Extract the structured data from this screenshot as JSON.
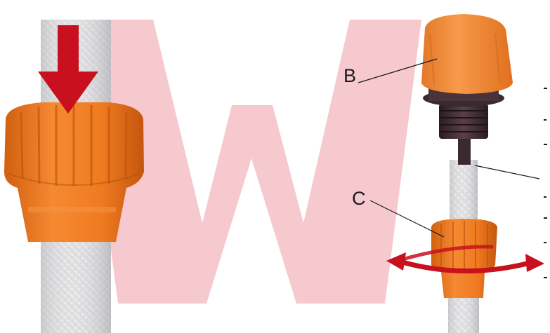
{
  "photo": {
    "callouts": {
      "b": "B",
      "c": "C"
    },
    "watermark": {
      "letter": "W",
      "color": "#f6c9cf"
    },
    "colors": {
      "nut_orange": "#f07a20",
      "nut_dark": "#c45a12",
      "arrow_red": "#c8101e",
      "hose": "#dcdcdc",
      "thread_dark": "#3a2a30"
    }
  }
}
